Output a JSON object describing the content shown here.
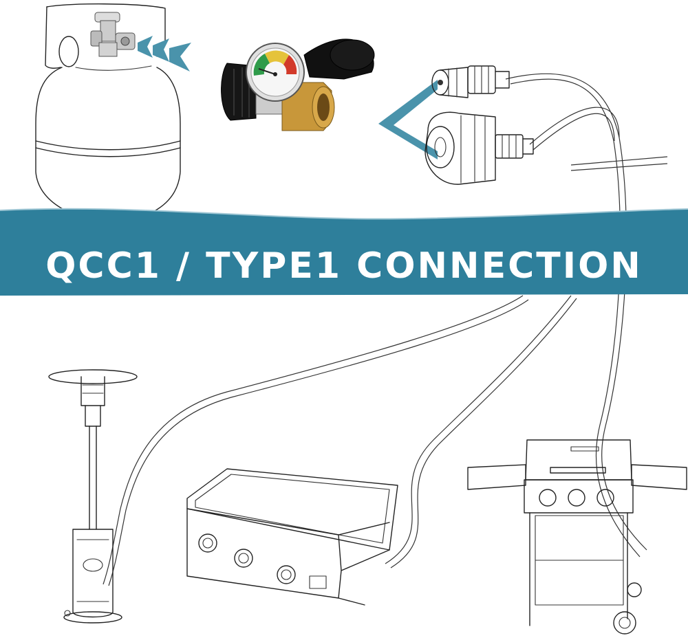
{
  "banner": {
    "title": "QCC1 / TYPE1 CONNECTION",
    "color": "#2e7f9b"
  },
  "accent_color": "#4a93ab",
  "items": [
    {
      "name": "propane-tank-with-valve"
    },
    {
      "name": "pressure-gauge-adapter"
    },
    {
      "name": "qcc1-male-and-female-fittings"
    },
    {
      "name": "patio-heater"
    },
    {
      "name": "flat-top-griddle"
    },
    {
      "name": "gas-grill"
    }
  ],
  "gauge_colors": [
    "#2f9b4a",
    "#e5c33a",
    "#d23a2a"
  ]
}
